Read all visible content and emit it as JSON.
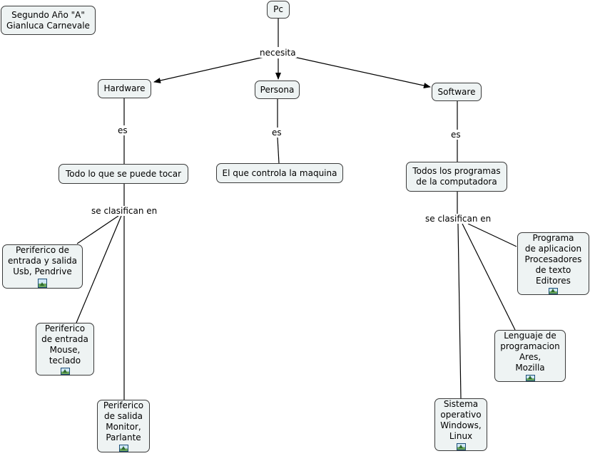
{
  "nodes": {
    "author": "Segundo Año \"A\"\nGianluca Carnevale",
    "pc": "Pc",
    "hardware": "Hardware",
    "persona": "Persona",
    "software": "Software",
    "todo_tocar": "Todo lo que se puede tocar",
    "controla": "El que controla la maquina",
    "todos_programas": "Todos los programas\nde la computadora",
    "per_es": "Periferico de\nentrada y salida\nUsb, Pendrive",
    "per_e": "Periferico\nde entrada\nMouse,\nteclado",
    "per_s": "Periferico\nde salida\nMonitor,\nParlante",
    "programa": "Programa\nde aplicacion\nProcesadores\nde texto\nEditores",
    "lenguaje": "Lenguaje de\nprogramacion\nAres,\nMozilla",
    "sistema": "Sistema\noperativo\nWindows,\nLinux"
  },
  "links": {
    "necesita": "necesita",
    "es_hardware": "es",
    "es_persona": "es",
    "es_software": "es",
    "clasifican_hw": "se clasifican en",
    "clasifican_sw": "se clasifican en"
  },
  "icons": {
    "resource": "image-resource-icon"
  },
  "colors": {
    "node_fill": "#eef3f3",
    "node_border": "#3a3a3a",
    "line": "#000000"
  }
}
